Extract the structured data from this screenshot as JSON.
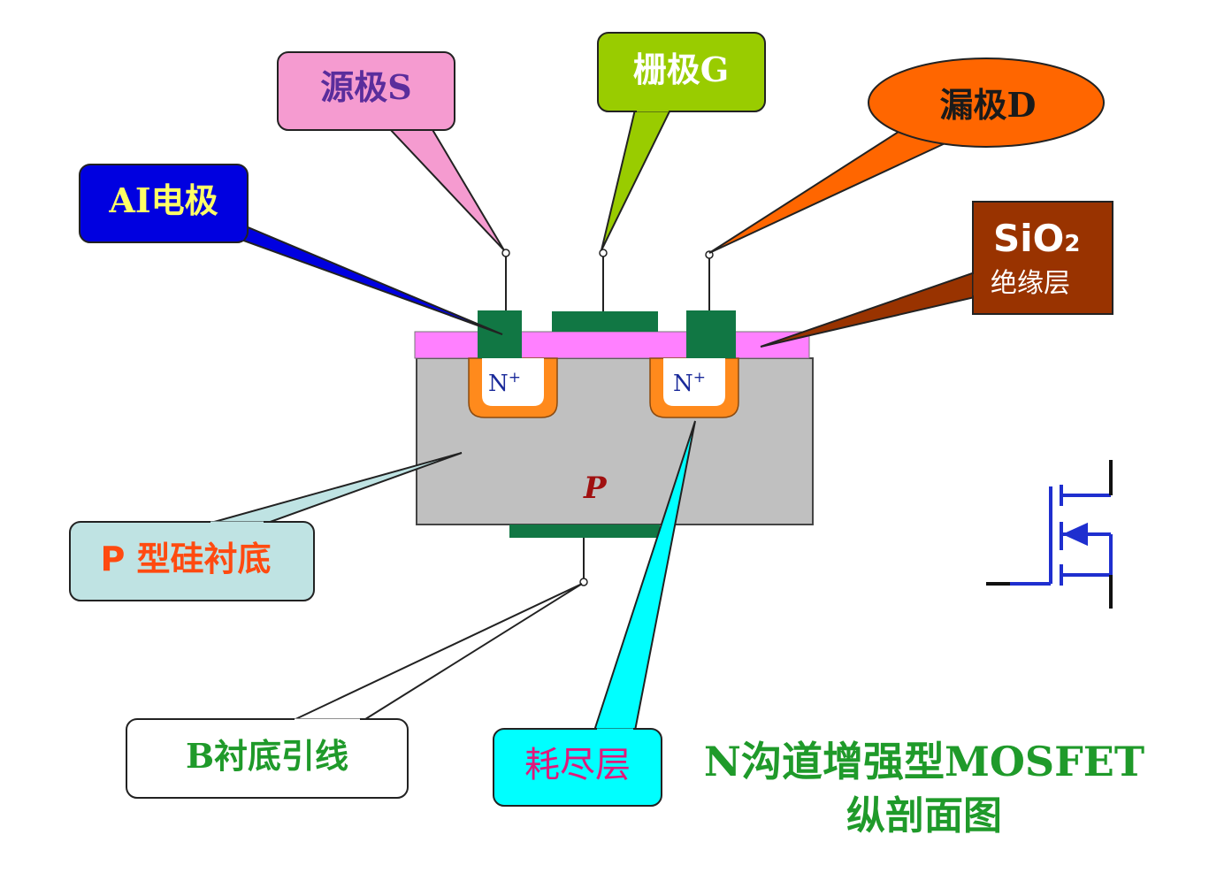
{
  "labels": {
    "source": "源极S",
    "gate": "栅极G",
    "drain": "漏极D",
    "al_electrode": "AI电极",
    "sio2_formula": "SiO",
    "sio2_subscript": "2",
    "sio2_desc": "绝缘层",
    "p_substrate": "P 型硅衬底",
    "b_lead": "B衬底引线",
    "depletion": "耗尽层",
    "n_plus_left": "N",
    "n_plus_right": "N",
    "plus_sign": "+",
    "p_region": "P"
  },
  "caption": {
    "line1": "N沟道增强型MOSFET",
    "line2": "纵剖面图"
  },
  "colors": {
    "source_callout": "#f59bd0",
    "gate_callout": "#99cc00",
    "drain_callout": "#ff6600",
    "al_callout": "#0000e0",
    "sio2_box": "#993300",
    "p_substrate_callout": "#bfe3e3",
    "depletion_callout": "#00ffff",
    "substrate": "#c0c0c0",
    "oxide": "#ff80ff",
    "metal": "#117744",
    "n_plus_ring": "#ff8a1c",
    "symbol": "#1f2fcf"
  }
}
